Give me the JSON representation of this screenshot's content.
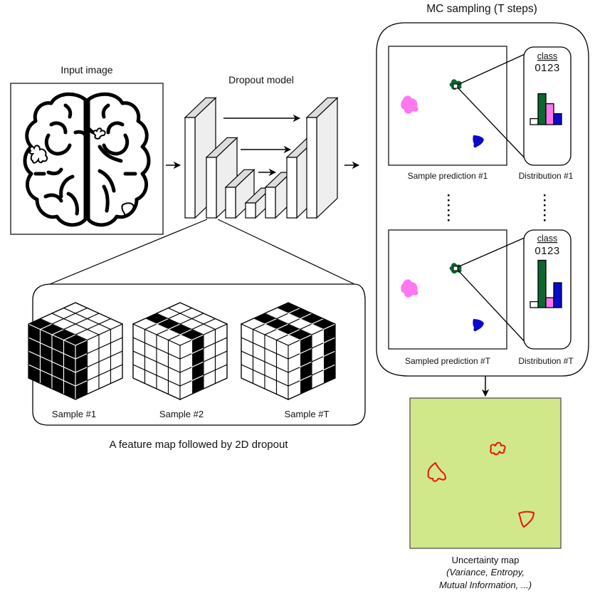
{
  "input": {
    "title": "Input image"
  },
  "model": {
    "title": "Dropout model"
  },
  "mc": {
    "title": "MC sampling (T steps)",
    "samples": [
      {
        "prediction_label": "Sample prediction #1",
        "distribution_label": "Distribution #1",
        "class_header": "class",
        "class_ticks": "0123",
        "distribution": [
          0.12,
          0.62,
          0.42,
          0.22
        ]
      },
      {
        "prediction_label": "Sampled prediction #T",
        "distribution_label": "Distribution #T",
        "class_header": "class",
        "class_ticks": "0123",
        "distribution": [
          0.12,
          0.95,
          0.2,
          0.5
        ]
      }
    ]
  },
  "class_colors": [
    "#ffffff",
    "#0e6630",
    "#ff77ee",
    "#0a0acc"
  ],
  "feature_map": {
    "caption": "A feature map followed by 2D dropout",
    "samples": [
      {
        "label": "Sample #1",
        "dropped_channels": [
          0
        ]
      },
      {
        "label": "Sample #2",
        "dropped_channels": [
          1
        ]
      },
      {
        "label": "Sample #T",
        "dropped_channels": [
          1,
          3
        ]
      }
    ]
  },
  "uncertainty": {
    "title": "Uncertainty map",
    "subtitle_line1": "(Variance, Entropy,",
    "subtitle_line2": "Mutual Information,  ...)",
    "background_color": "#d0e88a",
    "contour_color": "#ee1111"
  }
}
